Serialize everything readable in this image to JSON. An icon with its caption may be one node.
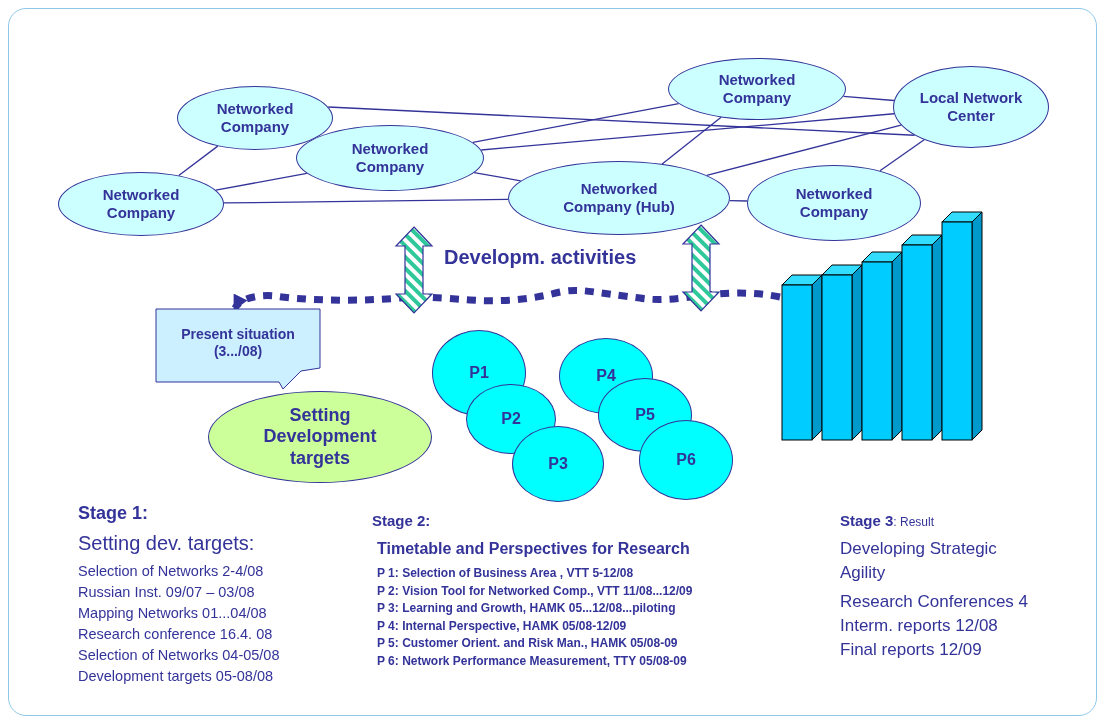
{
  "diagram": {
    "nodes": [
      {
        "text": [
          "Networked Company"
        ]
      },
      {
        "text": [
          "Local Network Center"
        ]
      },
      {
        "text": [
          "Networked Company"
        ]
      },
      {
        "text": [
          "Networked Company"
        ]
      },
      {
        "text": [
          "Networked Company"
        ]
      },
      {
        "text": [
          "Networked Company (Hub)"
        ]
      },
      {
        "text": [
          "Networked Company"
        ]
      },
      {
        "text": [],
        "shape": "picture"
      },
      {
        "text": [
          "Present situation (3.../08)"
        ]
      },
      {
        "text": [
          "Setting Development targets"
        ]
      },
      {
        "text": [
          "P1"
        ]
      },
      {
        "text": [
          "P2"
        ]
      },
      {
        "text": [
          "P3"
        ]
      },
      {
        "text": [
          "P4"
        ]
      },
      {
        "text": [
          "P5"
        ]
      },
      {
        "text": [
          "P6"
        ]
      }
    ],
    "edges": [
      {
        "from": 2,
        "to": 4,
        "arrow": "none"
      },
      {
        "from": 2,
        "to": 1,
        "arrow": "none"
      },
      {
        "from": 3,
        "to": 0,
        "arrow": "none"
      },
      {
        "from": 3,
        "to": 1,
        "arrow": "none"
      },
      {
        "from": 3,
        "to": 5,
        "arrow": "none"
      },
      {
        "from": 4,
        "to": 3,
        "arrow": "none"
      },
      {
        "from": 4,
        "to": 5,
        "arrow": "none"
      },
      {
        "from": 0,
        "to": 1,
        "arrow": "none"
      },
      {
        "from": 0,
        "to": 5,
        "arrow": "none"
      },
      {
        "from": 5,
        "to": 1,
        "arrow": "none"
      },
      {
        "from": 5,
        "to": 6,
        "arrow": "none"
      },
      {
        "from": 6,
        "to": 1,
        "arrow": "none"
      },
      {
        "from": 7,
        "to": 8,
        "arrow": "to",
        "style": "dashed"
      }
    ],
    "labels": [
      "Developm. activities",
      "Stage 1:",
      "Setting dev. targets:",
      "Selection of Networks 2-4/08",
      "Russian Inst. 09/07 – 03/08",
      "Mapping Networks 01...04/08",
      "Research conference 16.4. 08",
      "Selection of Networks 04-05/08",
      "Development targets 05-08/08",
      "Stage 2:",
      "Timetable and Perspectives for Research",
      "P 1: Selection of Business Area , VTT 5-12/08",
      "P 2: Vision Tool for Networked Comp., VTT 11/08...12/09",
      "P 3: Learning and Growth, HAMK 05...12/08...piloting",
      "P 4: Internal Perspective, HAMK 05/08-12/09",
      "P 5: Customer Orient. and Risk Man., HAMK 05/08-09",
      "P 6: Network Performance Measurement, TTY 05/08-09",
      "**Stage 3**: Result",
      "Developing Strategic Agility",
      "Research Conferences 4",
      "Interm. reports 12/08",
      "Final reports 12/09"
    ]
  }
}
